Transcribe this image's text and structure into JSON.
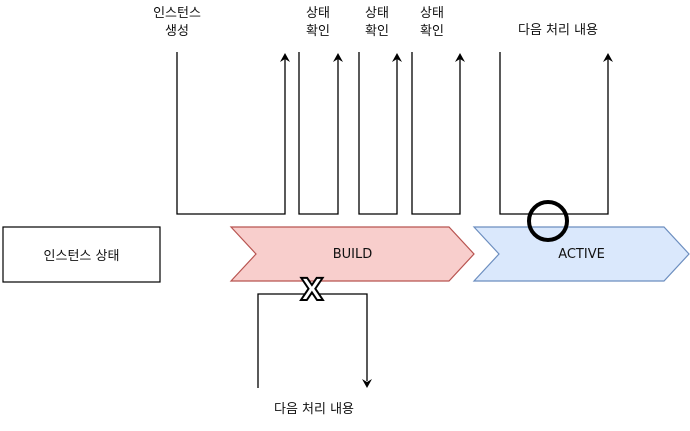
{
  "state_box": {
    "label": "인스턴스 상태"
  },
  "stages": {
    "build": {
      "label": "BUILD",
      "fill": "#f8cecc",
      "stroke": "#b85450"
    },
    "active": {
      "label": "ACTIVE",
      "fill": "#dae8fc",
      "stroke": "#6c8ebf"
    }
  },
  "labels": {
    "create_instance": "인스턴스\n생성",
    "check_status_1": "상태\n확인",
    "check_status_2": "상태\n확인",
    "check_status_3": "상태\n확인",
    "next_process_top": "다음 처리 내용",
    "next_process_bottom": "다음 처리 내용"
  },
  "markers": {
    "fail": "X"
  }
}
